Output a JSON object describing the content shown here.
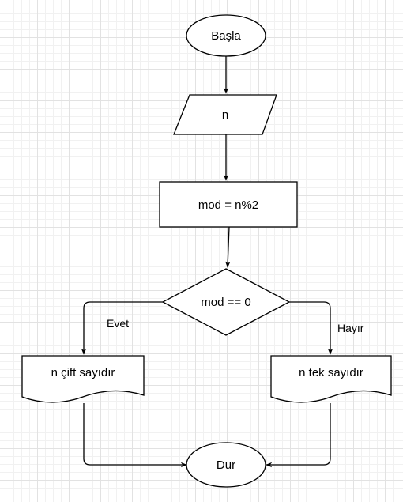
{
  "diagram": {
    "nodes": {
      "start": {
        "label": "Başla",
        "shape": "ellipse"
      },
      "input": {
        "label": "n",
        "shape": "parallelogram"
      },
      "process": {
        "label": "mod = n%2",
        "shape": "rectangle"
      },
      "decision": {
        "label": "mod == 0",
        "shape": "diamond"
      },
      "even": {
        "label": "n çift sayıdır",
        "shape": "document"
      },
      "odd": {
        "label": "n tek sayıdır",
        "shape": "document"
      },
      "end": {
        "label": "Dur",
        "shape": "ellipse"
      }
    },
    "edges": {
      "start_input": {
        "from": "start",
        "to": "input",
        "label": ""
      },
      "input_process": {
        "from": "input",
        "to": "process",
        "label": ""
      },
      "process_decision": {
        "from": "process",
        "to": "decision",
        "label": ""
      },
      "decision_even": {
        "from": "decision",
        "to": "even",
        "label": "Evet"
      },
      "decision_odd": {
        "from": "decision",
        "to": "odd",
        "label": "Hayır"
      },
      "even_end": {
        "from": "even",
        "to": "end",
        "label": ""
      },
      "odd_end": {
        "from": "odd",
        "to": "end",
        "label": ""
      }
    },
    "colors": {
      "stroke": "#000000",
      "fill": "#ffffff",
      "grid": "#e2e2e2"
    }
  }
}
